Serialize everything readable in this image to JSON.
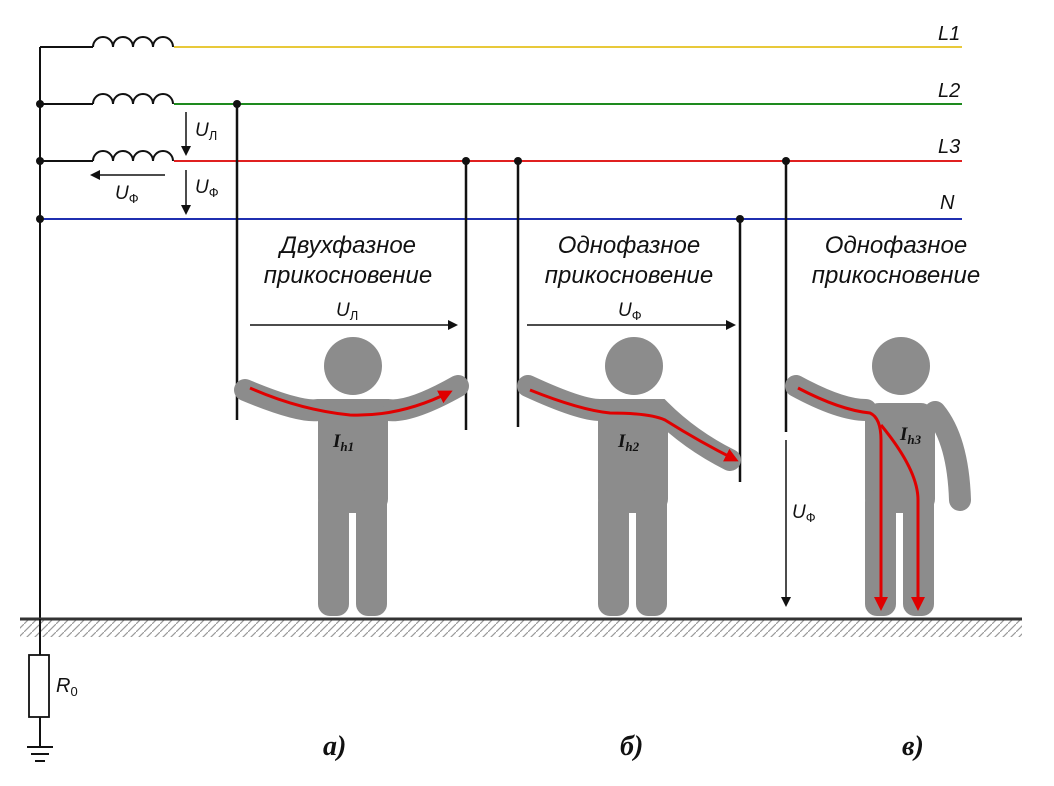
{
  "lines": {
    "l1": {
      "label": "L1",
      "color": "#e8c93a"
    },
    "l2": {
      "label": "L2",
      "color": "#1e8a1e"
    },
    "l3": {
      "label": "L3",
      "color": "#e02020"
    },
    "n": {
      "label": "N",
      "color": "#1f2fb0"
    }
  },
  "source": {
    "u_line_main": "U",
    "u_line_sub": "Л",
    "u_phase_main": "U",
    "u_phase_sub": "Ф",
    "u_phase2_main": "U",
    "u_phase2_sub": "Ф"
  },
  "ground": {
    "resistor_main": "R",
    "resistor_sub": "0"
  },
  "case_a": {
    "caption_line1": "Двухфазное",
    "caption_line2": "прикосновение",
    "voltage_main": "U",
    "voltage_sub": "Л",
    "current_main": "I",
    "current_sub": "h1",
    "letter": "а)"
  },
  "case_b": {
    "caption_line1": "Однофазное",
    "caption_line2": "прикосновение",
    "voltage_main": "U",
    "voltage_sub": "Ф",
    "current_main": "I",
    "current_sub": "h2",
    "letter": "б)"
  },
  "case_c": {
    "caption_line1": "Однофазное",
    "caption_line2": "прикосновение",
    "voltage_main": "U",
    "voltage_sub": "Ф",
    "current_main": "I",
    "current_sub": "h3",
    "letter": "в)"
  },
  "colors": {
    "person": "#8c8c8c",
    "current": "#e00000"
  }
}
